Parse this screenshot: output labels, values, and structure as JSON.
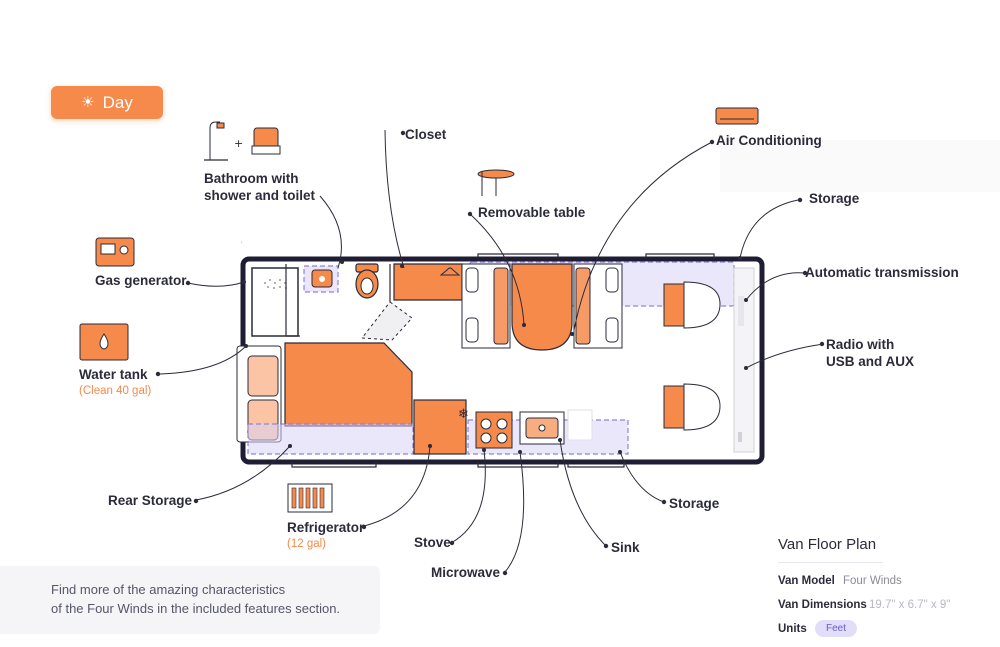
{
  "mode_button": {
    "label": "Day",
    "icon": "sun-icon"
  },
  "labels": {
    "bathroom": "Bathroom with\nshower and toilet",
    "closet": "Closet",
    "removable_table": "Removable table",
    "air_conditioning": "Air Conditioning",
    "storage_top": "Storage",
    "automatic_transmission": "Automatic transmission",
    "radio": "Radio with\nUSB and AUX",
    "gas_generator": "Gas generator",
    "water_tank": "Water tank",
    "water_tank_sub": "(Clean 40 gal)",
    "rear_storage": "Rear Storage",
    "refrigerator": "Refrigerator",
    "refrigerator_sub": "(12 gal)",
    "stove": "Stove",
    "microwave": "Microwave",
    "sink": "Sink",
    "storage_bottom": "Storage"
  },
  "info_text": "Find more of the amazing characteristics\nof the Four Winds in the included features section.",
  "legend": {
    "title": "Van Floor Plan",
    "model_label": "Van Model",
    "model_value": "Four Winds",
    "dimensions_label": "Van Dimensions",
    "dimensions_value": "19.7\" x 6.7\" x 9\"",
    "units_label": "Units",
    "units_value": "Feet"
  },
  "colors": {
    "accent": "#f58a4b",
    "outline": "#1f1d33",
    "lavender": "#d9d3f7",
    "lavender_dark": "#8f84d9"
  }
}
